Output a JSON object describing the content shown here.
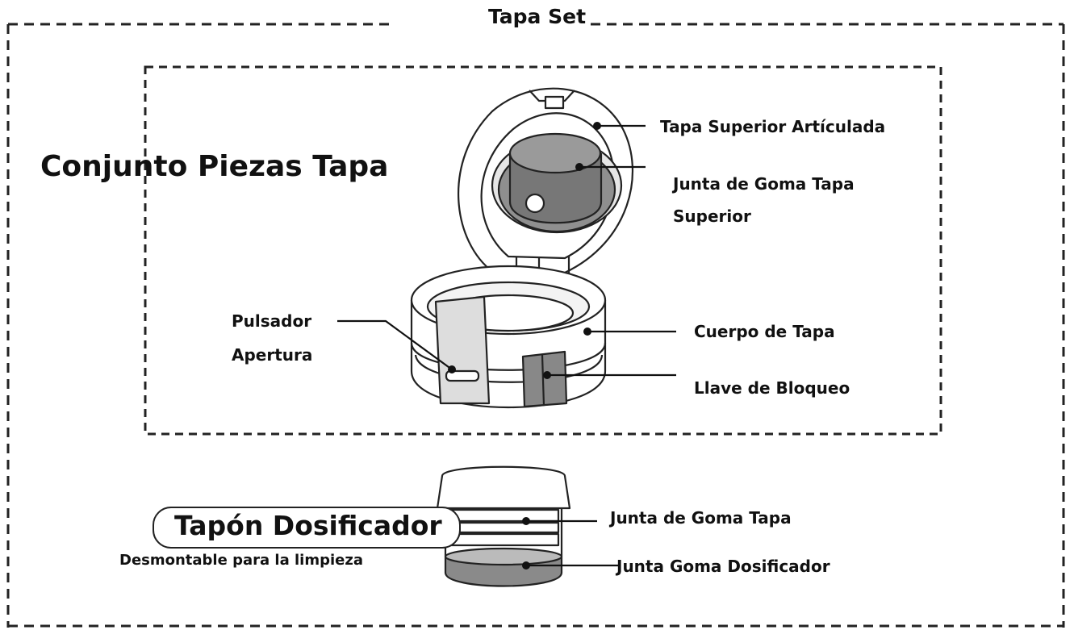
{
  "header": {
    "title": "Tapa Set"
  },
  "group_title": "Conjunto Piezas Tapa",
  "lid_parts": {
    "top_cap": "Tapa Superior Artículada",
    "top_gasket_line1": "Junta de Goma Tapa",
    "top_gasket_line2": "Superior",
    "push_button_line1": "Pulsador",
    "push_button_line2": "Apertura",
    "lid_body": "Cuerpo de Tapa",
    "lock_key": "Llave de Bloqueo"
  },
  "stopper": {
    "title": "Tapón Dosificador",
    "note": "Desmontable para la limpieza",
    "lid_gasket": "Junta de Goma Tapa",
    "dispenser_gasket": "Junta Goma Dosificador"
  }
}
